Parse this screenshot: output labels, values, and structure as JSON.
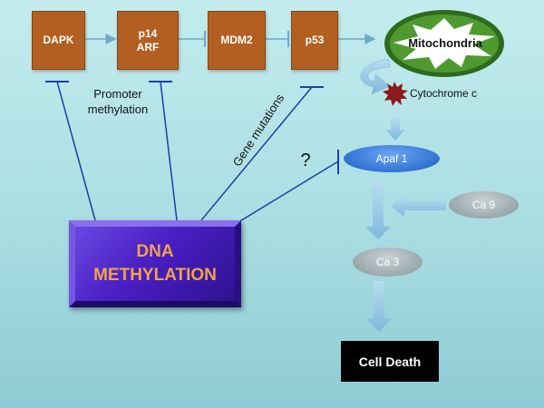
{
  "nodes": {
    "dapk": "DAPK",
    "p14_line1": "p14",
    "p14_line2": "ARF",
    "mdm2": "MDM2",
    "p53": "p53",
    "mitochondria": "Mitochondria",
    "cytochrome": "Cytochrome c",
    "apaf1": "Apaf 1",
    "ca9": "Ca 9",
    "ca3": "Ca 3",
    "cell_death": "Cell Death",
    "dna_line1": "DNA",
    "dna_line2": "METHYLATION"
  },
  "annotations": {
    "promoter_line1": "Promoter",
    "promoter_line2": "methylation",
    "gene_mutations": "Gene mutations",
    "question": "?"
  },
  "colors": {
    "gene_box": "#b35f21",
    "dna_box": "#4a1fc4",
    "dna_text": "#f0a24a",
    "mito_outer": "#2e6b1e",
    "cytochrome_star": "#8b1a1a",
    "apaf_pill": "#2f73d3",
    "caspase_pill": "#9aa8ab",
    "arrow": "#8ec5e3",
    "inhibit_line": "#1d3ea8"
  }
}
